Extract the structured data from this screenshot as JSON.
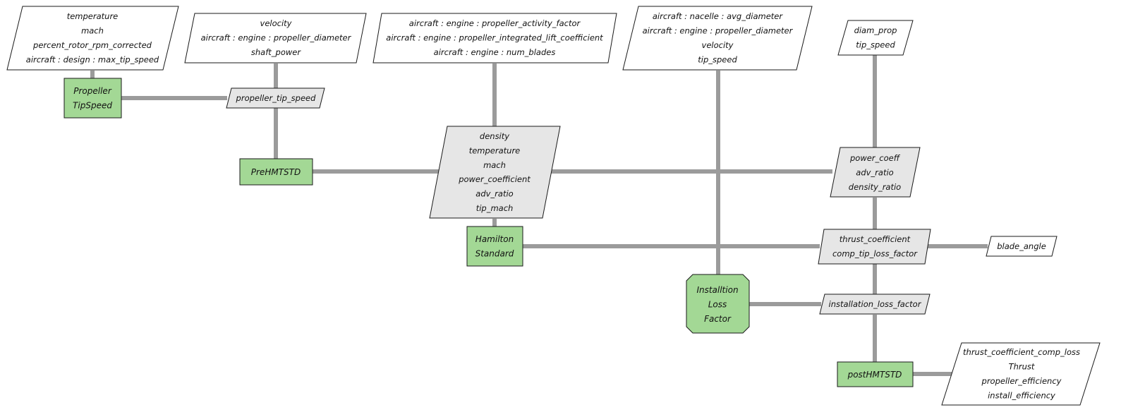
{
  "colors": {
    "connector": "#9b9b9b",
    "process_fill": "#a3d895",
    "variable_fill": "#e6e6e6",
    "io_fill": "#ffffff",
    "stroke": "#1a1a1a"
  },
  "inputs": {
    "tip_speed_inputs": [
      "temperature",
      "mach",
      "percent_rotor_rpm_corrected",
      "aircraft : design : max_tip_speed"
    ],
    "prehmtstd_inputs": [
      "velocity",
      "aircraft : engine : propeller_diameter",
      "shaft_power"
    ],
    "hamilton_inputs": [
      "aircraft : engine : propeller_activity_factor",
      "aircraft : engine : propeller_integrated_lift_coefficient",
      "aircraft : engine : num_blades"
    ],
    "installation_inputs": [
      "aircraft : nacelle : avg_diameter",
      "aircraft : engine : propeller_diameter",
      "velocity",
      "tip_speed"
    ],
    "post_inputs": [
      "diam_prop",
      "tip_speed"
    ]
  },
  "processes": {
    "propeller_tip_speed": [
      "Propeller",
      "TipSpeed"
    ],
    "prehmtstd": [
      "PreHMTSTD"
    ],
    "hamilton_standard": [
      "Hamilton",
      "Standard"
    ],
    "installation_loss_factor": [
      "Installtion",
      "Loss",
      "Factor"
    ],
    "posthmtstd": [
      "postHMTSTD"
    ]
  },
  "variables": {
    "propeller_tip_speed": [
      "propeller_tip_speed"
    ],
    "pre_outputs": [
      "density",
      "temperature",
      "mach",
      "power_coefficient",
      "adv_ratio",
      "tip_mach"
    ],
    "post_pre_inputs": [
      "power_coeff",
      "adv_ratio",
      "density_ratio"
    ],
    "hamilton_outputs": [
      "thrust_coefficient",
      "comp_tip_loss_factor"
    ],
    "installation_loss_factor": [
      "installation_loss_factor"
    ]
  },
  "outputs": {
    "hamilton_output": [
      "blade_angle"
    ],
    "post_outputs": [
      "thrust_coefficient_comp_loss",
      "Thrust",
      "propeller_efficiency",
      "install_efficiency"
    ]
  }
}
